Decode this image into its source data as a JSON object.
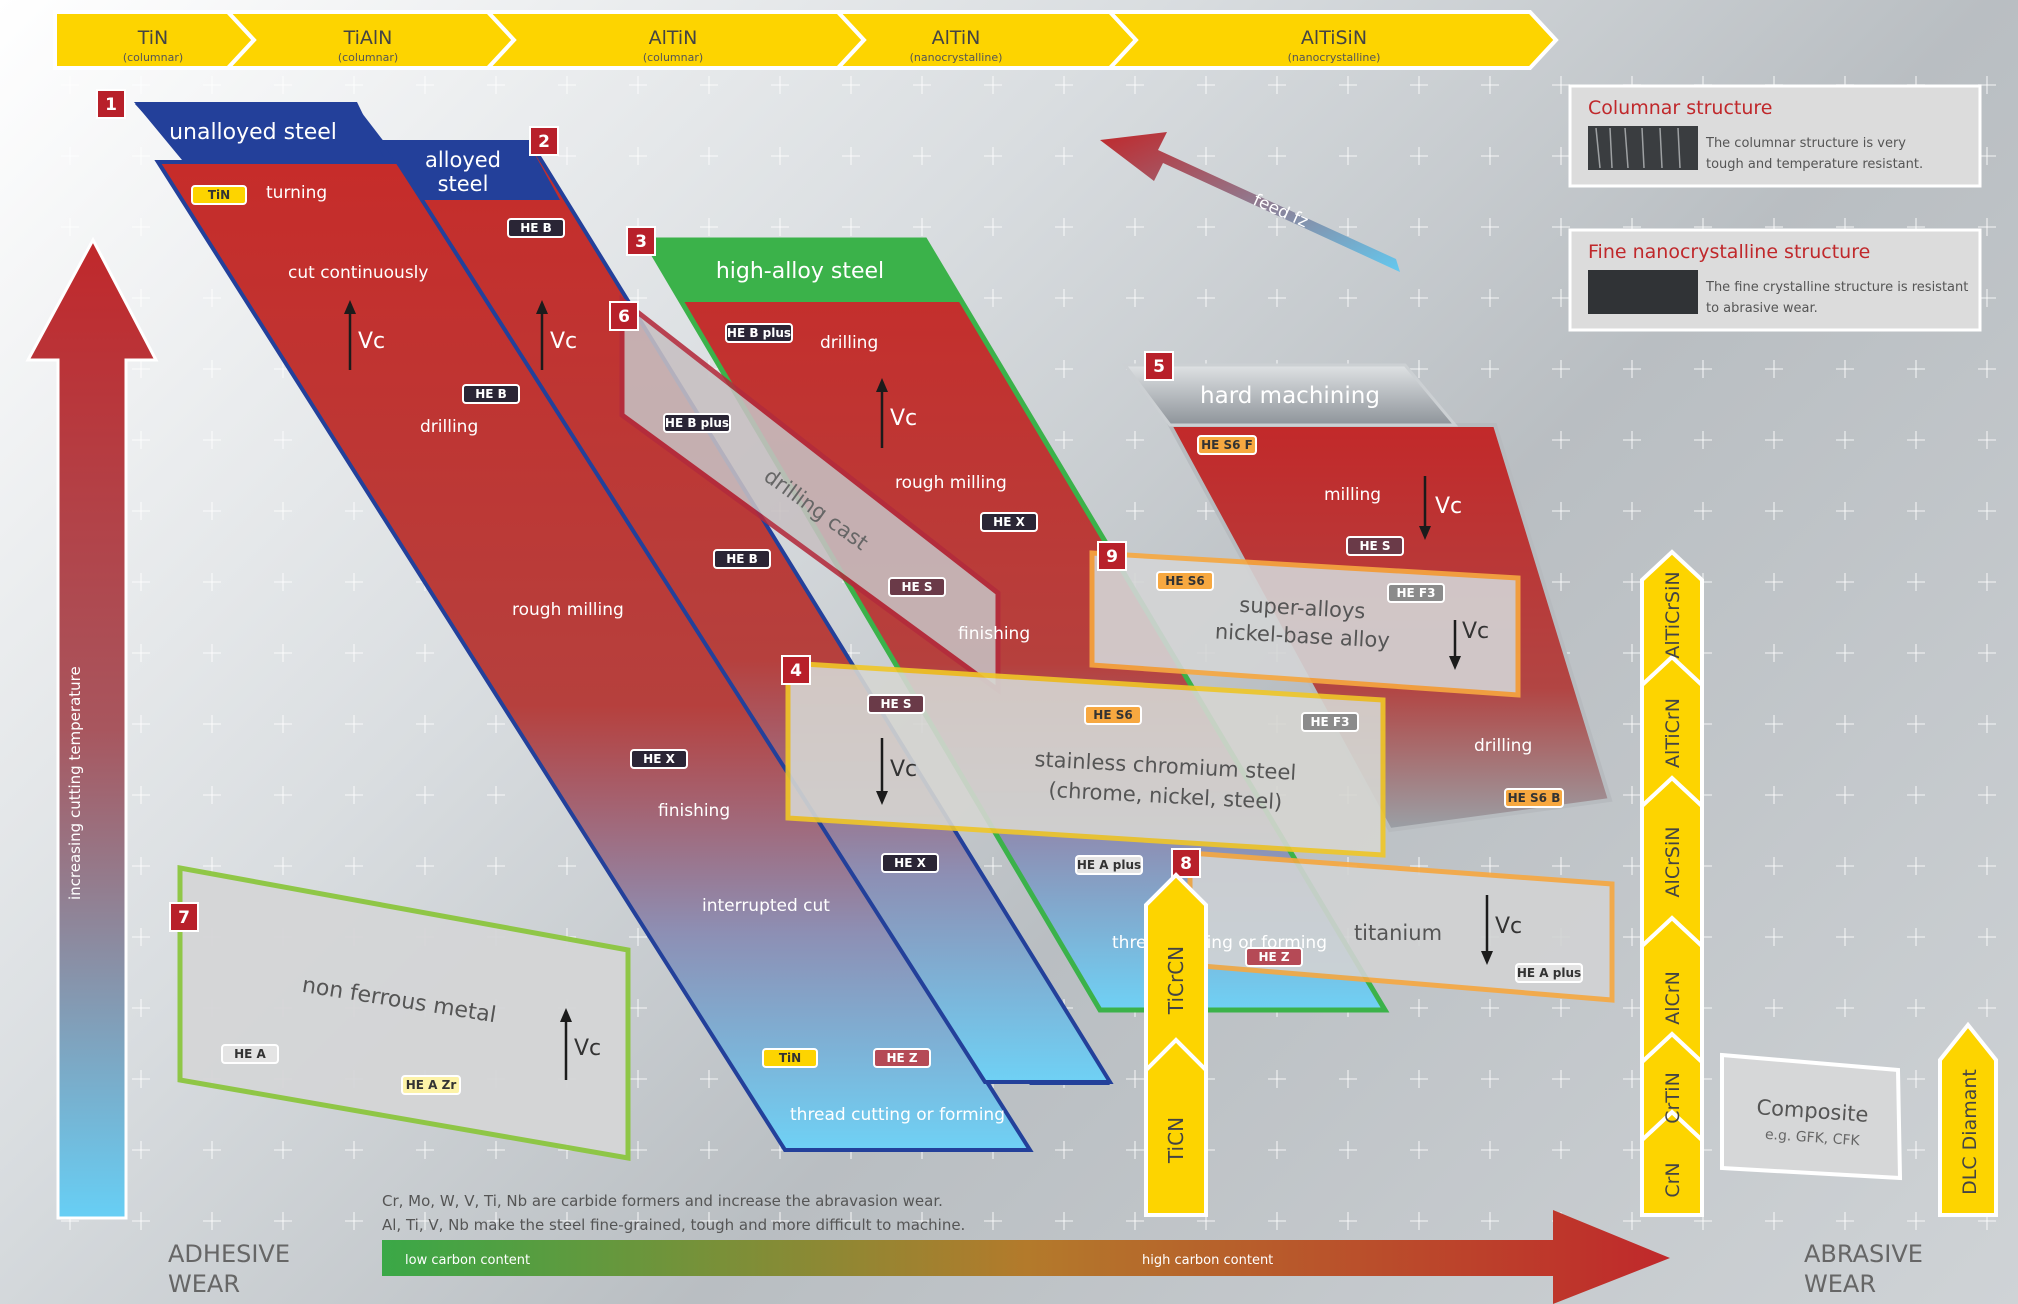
{
  "header_chain": [
    {
      "name": "TiN",
      "sub": "(columnar)"
    },
    {
      "name": "TiAlN",
      "sub": "(columnar)"
    },
    {
      "name": "AlTiN",
      "sub": "(columnar)"
    },
    {
      "name": "AlTiN",
      "sub": "(nanocrystalline)"
    },
    {
      "name": "AlTiSiN",
      "sub": "(nanocrystalline)"
    }
  ],
  "legend": {
    "columnar": {
      "title": "Columnar structure",
      "line1": "The columnar structure is very",
      "line2": "tough and temperature resistant."
    },
    "nano": {
      "title": "Fine nanocrystalline structure",
      "line1": "The fine crystalline structure is resistant",
      "line2": "to abrasive wear."
    }
  },
  "feed_label": "feed fz",
  "vc": "Vc",
  "numbers": [
    "1",
    "2",
    "3",
    "4",
    "5",
    "6",
    "7",
    "8",
    "9"
  ],
  "groups": {
    "unalloyed_l1": "unalloyed steel",
    "alloyed_l1": "alloyed",
    "alloyed_l2": "steel",
    "high_alloy": "high-alloy steel",
    "hard": "hard machining",
    "drilling_cast": "drilling cast",
    "stainless_l1": "stainless chromium steel",
    "stainless_l2": "(chrome, nickel, steel)",
    "super_l1": "super-alloys",
    "super_l2": "nickel-base alloy",
    "titanium": "titanium",
    "non_ferrous": "non ferrous metal",
    "composite_l1": "Composite",
    "composite_l2": "e.g. GFK, CFK"
  },
  "operations": {
    "turning": "turning",
    "cut_continuously": "cut continuously",
    "drilling": "drilling",
    "rough_milling": "rough milling",
    "finishing": "finishing",
    "interrupted_cut": "interrupted cut",
    "thread": "thread cutting or forming",
    "drilling2": "drilling",
    "rough_milling2": "rough milling",
    "finishing2": "finishing",
    "thread2": "thread cutting or forming",
    "milling": "milling",
    "drilling3": "drilling"
  },
  "badges": {
    "tin": "TiN",
    "he_b": "HE B",
    "he_b_plus": "HE B plus",
    "he_x": "HE X",
    "he_s": "HE S",
    "he_s6": "HE S6",
    "he_s6f": "HE S6 F",
    "he_s6b": "HE S6 B",
    "he_f3": "HE F3",
    "he_a": "HE A",
    "he_a_zr": "HE A Zr",
    "he_a_plus": "HE A plus",
    "he_z": "HE Z"
  },
  "coatings_right": [
    "AlTiCrSiN",
    "AlTiCrN",
    "AlCrSiN",
    "AlCrN",
    "CrTiN",
    "CrN"
  ],
  "coatings_mid": [
    "TiCrCN",
    "TiCN"
  ],
  "dlc": "DLC Diamant",
  "y_axis_label": "increasing cutting temperature",
  "notes": {
    "line1": "Cr, Mo, W, V, Ti, Nb are carbide formers and increase the abravasion wear.",
    "line2": "Al, Ti, V, Nb make the steel fine-grained, tough and more difficult to machine."
  },
  "carbon": {
    "low": "low carbon content",
    "high": "high carbon content"
  },
  "adhesive": {
    "l1": "ADHESIVE",
    "l2": "WEAR"
  },
  "abrasive": {
    "l1": "ABRASIVE",
    "l2": "WEAR"
  },
  "colors": {
    "red": "#c0282b",
    "blue": "#23409a",
    "green": "#3bb24a",
    "yellow": "#fdd400",
    "sky": "#6cd0f5",
    "orange": "#f7a840",
    "light_green": "#8cc63f",
    "dark_badge": "#2a2535"
  }
}
